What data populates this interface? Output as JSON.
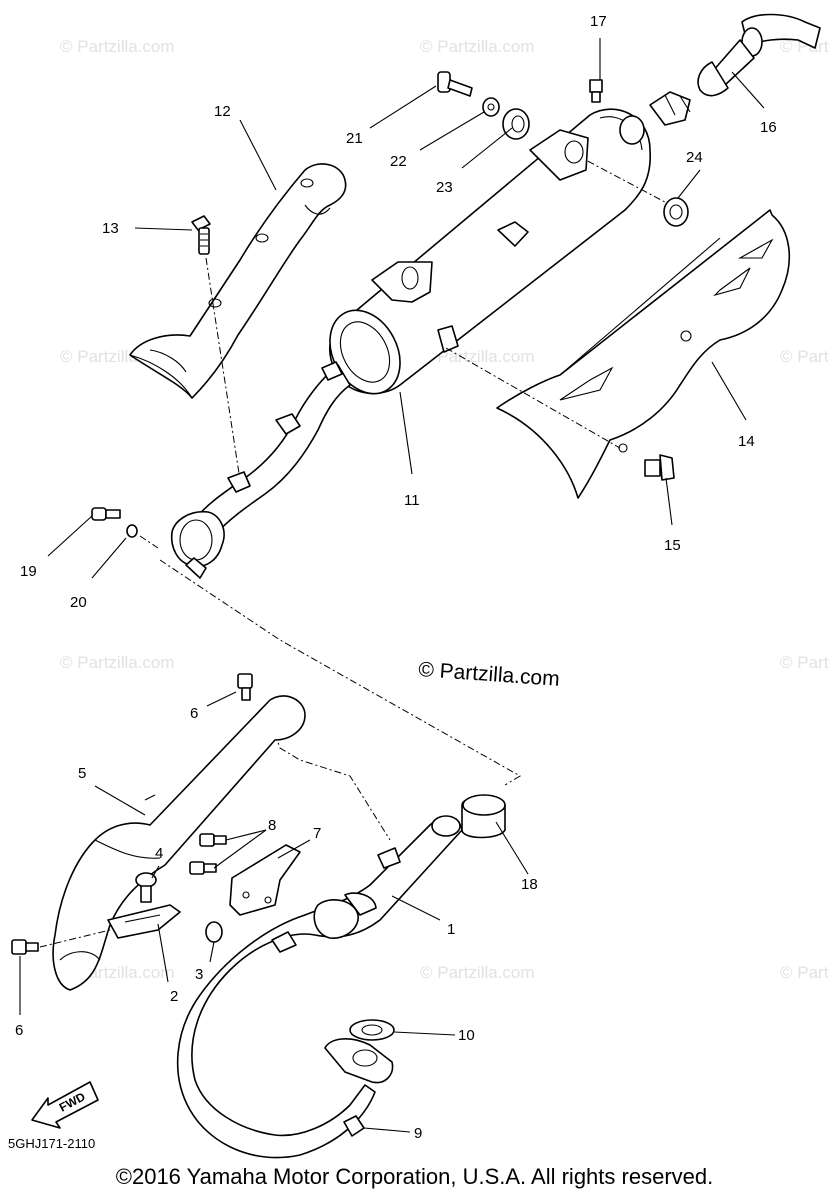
{
  "watermark_text": "© Partzilla.com",
  "brand_text": "© Partzilla.com",
  "diagram_code": "5GHJ171-2110",
  "fwd_label": "FWD",
  "copyright": "©2016 Yamaha Motor Corporation, U.S.A. All rights reserved.",
  "callouts": {
    "c1": "1",
    "c2": "2",
    "c3": "3",
    "c4": "4",
    "c5": "5",
    "c6a": "6",
    "c6b": "6",
    "c7": "7",
    "c8": "8",
    "c9": "9",
    "c10": "10",
    "c11": "11",
    "c12": "12",
    "c13": "13",
    "c14": "14",
    "c15": "15",
    "c16": "16",
    "c17": "17",
    "c18": "18",
    "c19": "19",
    "c20": "20",
    "c21": "21",
    "c22": "22",
    "c23": "23",
    "c24": "24"
  }
}
